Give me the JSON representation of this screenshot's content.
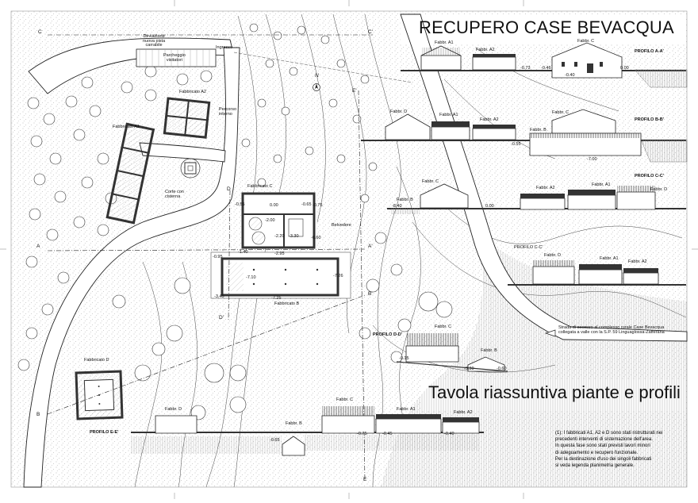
{
  "title": "RECUPERO CASE BEVACQUA",
  "subtitle": "Tavola riassuntiva piante e profili",
  "north": "N",
  "section_marks": {
    "c_top": "C",
    "c_top_right": "C'",
    "e_prime": "E'",
    "a_left": "A",
    "a_right": "A'",
    "b_left": "B",
    "b_right": "B'",
    "d": "D",
    "d_prime": "D'",
    "e_bottom": "E"
  },
  "plan_labels": {
    "deviazione": [
      "Deviazione",
      "nuova pista",
      "carrabile"
    ],
    "ingresso": "Ingresso",
    "parcheggio": [
      "Parcheggio",
      "visitatori"
    ],
    "fabbricato_a2": "Fabbricato A2",
    "fabbricato_a1": "Fabbricato A1",
    "percorso": [
      "Percorso",
      "interno"
    ],
    "corte": [
      "Corte con",
      "cisterna"
    ],
    "fabbricato_c": "Fabbricato C",
    "belvedere": "Belvedere",
    "fabbricato_b": "Fabbricato B",
    "fabbricato_d": "Fabbricato D",
    "levels": [
      "-0.55",
      "0.00",
      "-0.65",
      "-0.75",
      "-2.00",
      "-2.20",
      "-3.30",
      "-0.60",
      "-2.95",
      "-1.40",
      "-0.95",
      "-7.10",
      "-7.26",
      "-3.45",
      "-7.25"
    ]
  },
  "profiles": [
    {
      "name": "PROFILO A-A'",
      "buildings": [
        "Fabbr. A1",
        "Fabbr. A2",
        "Fabbr. C"
      ],
      "levels": [
        "-0.73",
        "-0.46",
        "-0.40",
        "0.00"
      ]
    },
    {
      "name": "PROFILO B-B'",
      "buildings": [
        "Fabbr. D",
        "Fabbr. A1",
        "Fabbr. A2",
        "Fabbr. C",
        "Fabbr. B"
      ],
      "levels": [
        "-0.55",
        "-7.00"
      ]
    },
    {
      "name": "PROFILO C-C'",
      "buildings": [
        "Fabbr. B",
        "Fabbr. C",
        "Fabbr. A2",
        "Fabbr. A1",
        "Fabbr. D"
      ],
      "levels": [
        "-8.40",
        "0.00"
      ]
    },
    {
      "name": "PROFILO C-C'",
      "buildings": [
        "Fabbr. D",
        "Fabbr. A1",
        "Fabbr. A2"
      ],
      "levels": []
    },
    {
      "name": "PROFILO D-D'",
      "buildings": [
        "Fabbr. C",
        "Fabbr. B"
      ],
      "levels": [
        "-0.15",
        "-3.30",
        "-0.60"
      ]
    },
    {
      "name": "PROFILO E-E'",
      "buildings": [
        "Fabbr. D",
        "Fabbr. C",
        "Fabbr. A1",
        "Fabbr. A2",
        "Fabbr. B"
      ],
      "levels": [
        "-0.65",
        "-0.75",
        "-0.45",
        "-0.40"
      ]
    }
  ],
  "road_note": [
    "Strada di accesso al complesso rurale Case Bevacqua",
    "collegata a valle con la S.P. 59  Linguaglossa-Zafferana"
  ],
  "footnote": [
    "(1): I fabbricati A1, A2 e D sono stati ristrutturati nei",
    "precedenti interventi di sistemazione dell'area.",
    "In questa fase sono stati previsti lavori minori",
    "di adeguamento e recupero funzionale.",
    "Per la destinazione d'uso dei singoli fabbricati",
    "si veda legenda planimetria generale."
  ]
}
